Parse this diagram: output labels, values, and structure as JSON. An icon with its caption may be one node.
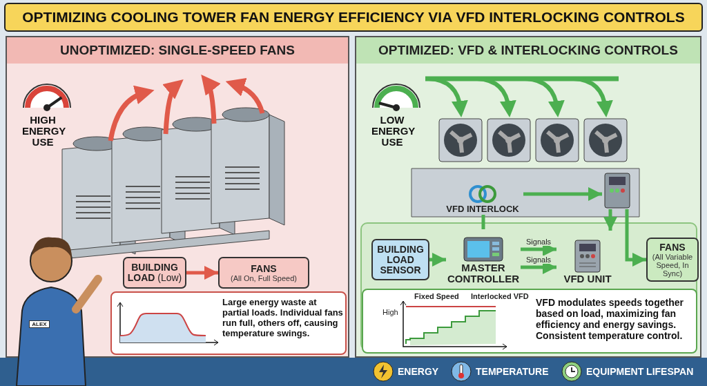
{
  "diagram": {
    "title": "OPTIMIZING COOLING TOWER FAN ENERGY EFFICIENCY VIA VFD INTERLOCKING CONTROLS",
    "nodes": [
      {
        "text": [
          "UNOPTIMIZED: SINGLE-SPEED FANS"
        ]
      },
      {
        "text": [
          "**BUILDING LOAD** (Low)"
        ],
        "in": 0
      },
      {
        "text": [
          "FANS",
          "(All On, Full Speed)"
        ],
        "in": 0
      },
      {
        "text": [
          "Large energy waste at partial loads. Individual fans run full, others off, causing temperature swings."
        ],
        "in": 0
      },
      {
        "text": [
          "OPTIMIZED: VFD & INTERLOCKING CONTROLS"
        ]
      },
      {
        "text": [
          "BUILDING LOAD SENSOR"
        ],
        "in": 4
      },
      {
        "text": [
          "MASTER CONTROLLER"
        ],
        "in": 4
      },
      {
        "text": [
          "VFD UNIT"
        ],
        "in": 4
      },
      {
        "text": [
          "FANS",
          "(All Variable Speed, In Sync)"
        ],
        "in": 4
      },
      {
        "text": [
          "VFD modulates speeds together based on load, maximizing fan efficiency and energy savings. Consistent temperature control."
        ],
        "in": 4
      },
      {
        "text": [
          "VFD INTERLOCK"
        ],
        "in": 4
      },
      {
        "text": [],
        "shape": "picture",
        "in": 4
      }
    ],
    "edges": [
      {
        "from": 1,
        "to": 2,
        "arrow": "to",
        "color": "#e05a4a"
      },
      {
        "from": 5,
        "to": 6,
        "arrow": "to"
      },
      {
        "from": 6,
        "to": 7,
        "arrow": "to",
        "label": "Signals"
      },
      {
        "from": 6,
        "to": 7,
        "arrow": "to",
        "label": "Signals"
      },
      {
        "from": 6,
        "to": 10,
        "arrow": "none"
      },
      {
        "from": 10,
        "to": 11,
        "arrow": "to"
      },
      {
        "from": 11,
        "to": 7,
        "arrow": "to"
      },
      {
        "from": 11,
        "to": 8,
        "arrow": "to"
      }
    ],
    "labels": [
      "HIGH ENERGY USE",
      "LOW ENERGY USE",
      "ALEX",
      "High",
      "Fixed Speed",
      "Interlocked VFD"
    ],
    "legend": [
      {
        "text": "ENERGY"
      },
      {
        "text": "TEMPERATURE"
      },
      {
        "text": "EQUIPMENT LIFESPAN"
      }
    ]
  }
}
